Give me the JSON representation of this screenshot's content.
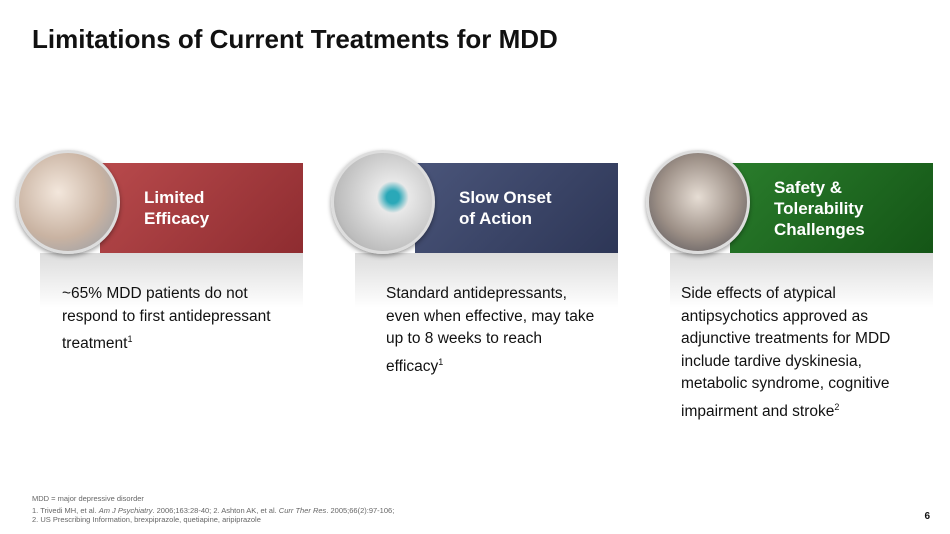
{
  "title": "Limitations of Current Treatments for MDD",
  "cards": [
    {
      "heading_1": "Limited",
      "heading_2": "Efficacy",
      "color": "#a83b3e",
      "text": "~65% MDD patients do not respond to first antidepressant treatment",
      "ref": "1"
    },
    {
      "heading_1": "Slow Onset",
      "heading_2": "of Action",
      "color": "#3a4466",
      "text": "Standard antidepressants, even when effective, may take up to  8 weeks to reach efficacy",
      "ref": "1"
    },
    {
      "heading_1": "Safety &",
      "heading_2": "Tolerability",
      "heading_3": "Challenges",
      "color": "#1d6b1f",
      "text": "Side effects of atypical antipsychotics approved as adjunctive treatments for MDD include tardive dyskinesia, metabolic syndrome, cognitive impairment and stroke",
      "ref": "2"
    }
  ],
  "footnotes": {
    "abbrev": "MDD = major depressive disorder",
    "ref1a": "1. Trivedi MH, et al. ",
    "ref1j": "Am J Psychiatry",
    "ref1b": ". 2006;163:28-40; 2. Ashton AK, et al. ",
    "ref2j": "Curr Ther Res",
    "ref2b": ". 2005;66(2):97-106;",
    "ref3": "2. US Prescribing Information, brexpiprazole, quetiapine, aripiprazole"
  },
  "page_number": "6"
}
